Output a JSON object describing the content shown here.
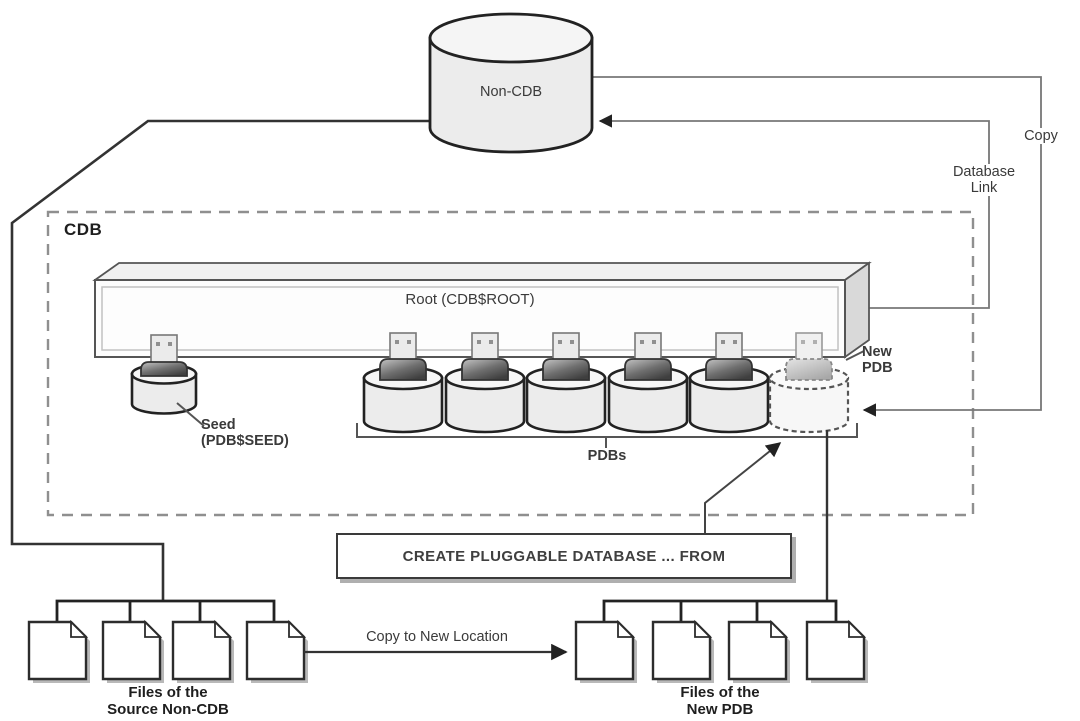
{
  "labels": {
    "non_cdb": "Non-CDB",
    "cdb": "CDB",
    "root": "Root (CDB$ROOT)",
    "seed": "Seed\n(PDB$SEED)",
    "pdbs": "PDBs",
    "new_pdb": "New\nPDB",
    "copy": "Copy",
    "database_link": "Database\nLink",
    "create_statement": "CREATE PLUGGABLE DATABASE ... FROM",
    "copy_to_new_location": "Copy to New Location",
    "files_source": "Files of the\nSource Non-CDB",
    "files_new": "Files of the\nNew PDB"
  },
  "counts": {
    "pdb_cylinders": 5,
    "new_pdb_cylinders": 1,
    "seed_cylinders": 1,
    "source_files": 4,
    "new_pdb_files": 4
  },
  "icons": {
    "database_cylinder": "database-cylinder-icon",
    "plug": "plug-icon",
    "file": "file-icon",
    "arrow": "arrowhead-icon",
    "bracket": "bracket-shape"
  },
  "colors": {
    "line_dark": "#2a2a2a",
    "line_medium": "#3a3a3a",
    "line_light": "#777777",
    "dashed_border": "#8f8f8f",
    "cylinder_fill": "#ececec",
    "cylinder_top_fill": "#f6f6f6",
    "plug_dark": "#4a4a4a",
    "shadow": "#b9b9b9",
    "text": "#3a3a3a"
  }
}
